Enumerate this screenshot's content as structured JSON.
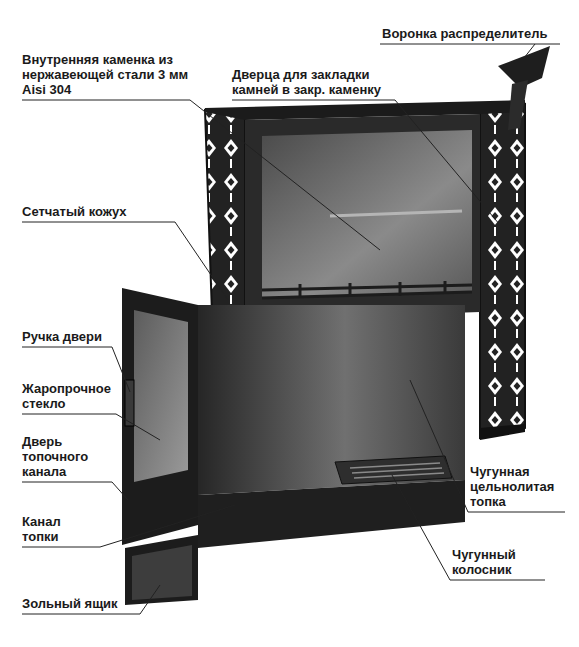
{
  "diagram": {
    "labels": [
      "Внутренняя каменка из нержавеющей стали 3 мм Aisi 304",
      "Дверца для закладки камней в закр. каменку",
      "Воронка распределитель",
      "Сетчатый кожух",
      "Ручка двери",
      "Жаропрочное стекло",
      "Дверь топочного канала",
      "Канал топки",
      "Зольный ящик",
      "Чугунная цельнолитая топка",
      "Чугунный колосник"
    ]
  }
}
